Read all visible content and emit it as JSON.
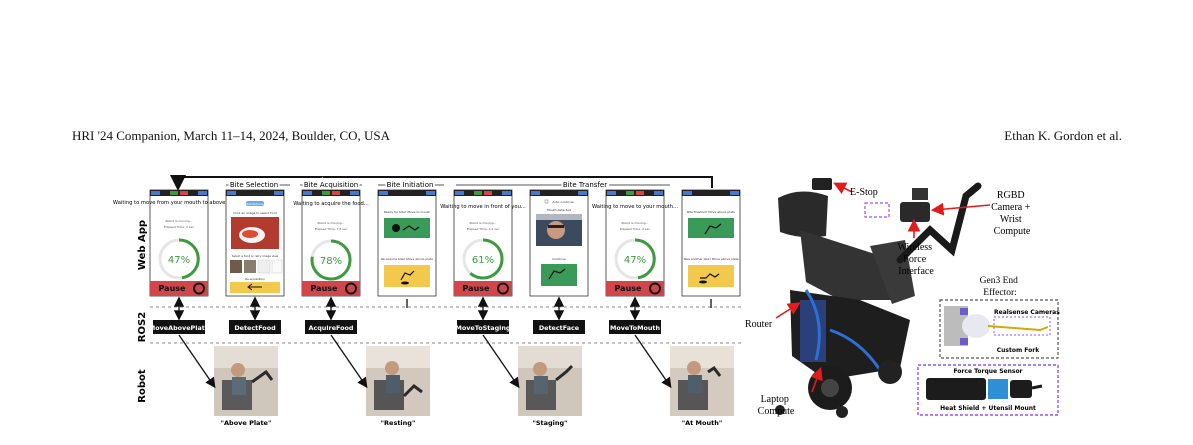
{
  "header": {
    "left": "HRI '24 Companion, March 11–14, 2024, Boulder, CO, USA",
    "right": "Ethan K. Gordon et al."
  },
  "rows": {
    "web": "Web App",
    "ros": "ROS2",
    "robot": "Robot"
  },
  "phases": {
    "selection": "Bite Selection",
    "acquisition": "Bite Acquisition",
    "initiation": "Bite Initiation",
    "transfer": "Bite Transfer"
  },
  "screens": {
    "s1": {
      "msg": "Waiting to move from your mouth to above plate...",
      "sub1": "Robot is moving...",
      "sub2": "Elapsed Time: 2 sec",
      "pct": "47%",
      "pause": "Pause"
    },
    "s2": {
      "btn": "Ready/Done",
      "prompt1": "Click an image to select food",
      "prompt2": "Select a food or retry image view",
      "bar": "Re-acquisition"
    },
    "s3": {
      "msg": "Waiting to acquire the food...",
      "sub1": "Robot is moving...",
      "sub2": "Elapsed Time: 7.8 sec",
      "pct": "78%",
      "pause": "Pause"
    },
    "s4": {
      "q1": "Ready for bite? Move to mouth",
      "q2": "Re-acquire bite? Move above plate"
    },
    "s5": {
      "msg": "Waiting to move in front of you...",
      "sub1": "Robot is moving...",
      "sub2": "Elapsed Time: 4.2 sec",
      "pct": "61%",
      "pause": "Pause"
    },
    "s6": {
      "check": "Auto-continue",
      "label": "Mouth detected",
      "btn": "Continue"
    },
    "s7": {
      "msg": "Waiting to move to your mouth...",
      "sub1": "Robot is moving...",
      "sub2": "Elapsed Time: 2 sec",
      "pct": "47%",
      "pause": "Pause"
    },
    "s8": {
      "q1": "Bite finished? Move above plate",
      "q2": "Take another bite? Move above plate"
    }
  },
  "ros_nodes": [
    "MoveAbovePlate",
    "DetectFood",
    "AcquireFood",
    "MoveToStaging",
    "DetectFace",
    "MoveToMouth"
  ],
  "robot_labels": [
    "\"Above Plate\"",
    "\"Resting\"",
    "\"Staging\"",
    "\"At Mouth\""
  ],
  "robot_callouts": {
    "estop": "E-Stop",
    "camera": "RGBD Camera + Wrist Compute",
    "wireless": "Wireless Force Interface",
    "gen3": "Gen3 End Effector:",
    "realsense": "Realsense Cameras",
    "fork": "Custom Fork",
    "router": "Router",
    "laptop": "Laptop Compute",
    "ftsensor": "Force Torque Sensor",
    "heatshield": "Heat Shield + Utensil Mount"
  },
  "colors": {
    "pause": "#d0464b",
    "progress": "#3d9a3d",
    "green_btn": "#3a9a58",
    "yellow_btn": "#f2c94c",
    "callout_red": "#e21b1b",
    "dashed_purple": "#9b4dff"
  }
}
